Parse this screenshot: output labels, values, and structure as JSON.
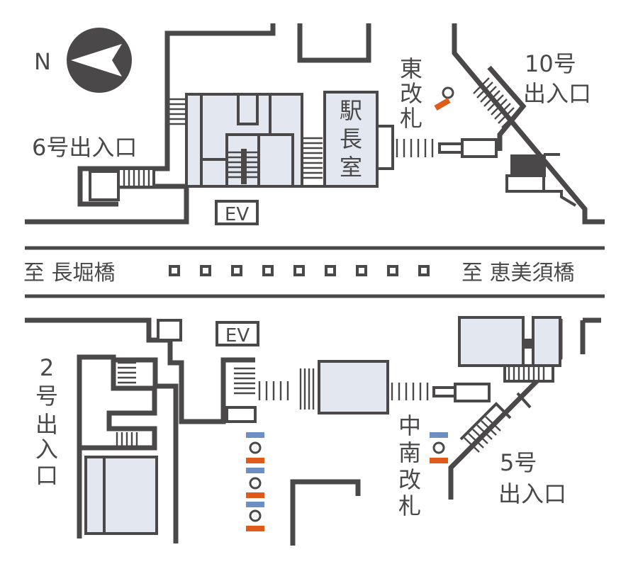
{
  "compass": {
    "label": "N",
    "icon": "north-arrow-icon"
  },
  "exits": {
    "exit_6": "6号出入口",
    "exit_10_line1": "10号",
    "exit_10_line2": "出入口",
    "exit_2": [
      "2",
      "号",
      "出",
      "入",
      "口"
    ],
    "exit_5_line1": "5号",
    "exit_5_line2": "出入口"
  },
  "rooms": {
    "station_master": [
      "駅",
      "長",
      "室"
    ]
  },
  "gates": {
    "east": [
      "東",
      "改",
      "札"
    ],
    "central": [
      "中",
      "南",
      "改",
      "札"
    ]
  },
  "elevators": {
    "north": "EV",
    "south": "EV"
  },
  "directions": {
    "west": "至 長堀橋",
    "east": "至 恵美須橋"
  },
  "colors": {
    "line": "#4a4849",
    "room_fill": "#e3e7f0",
    "ticket_gate_orange": "#e05a1a",
    "ticket_gate_blue": "#6d8fc4"
  }
}
